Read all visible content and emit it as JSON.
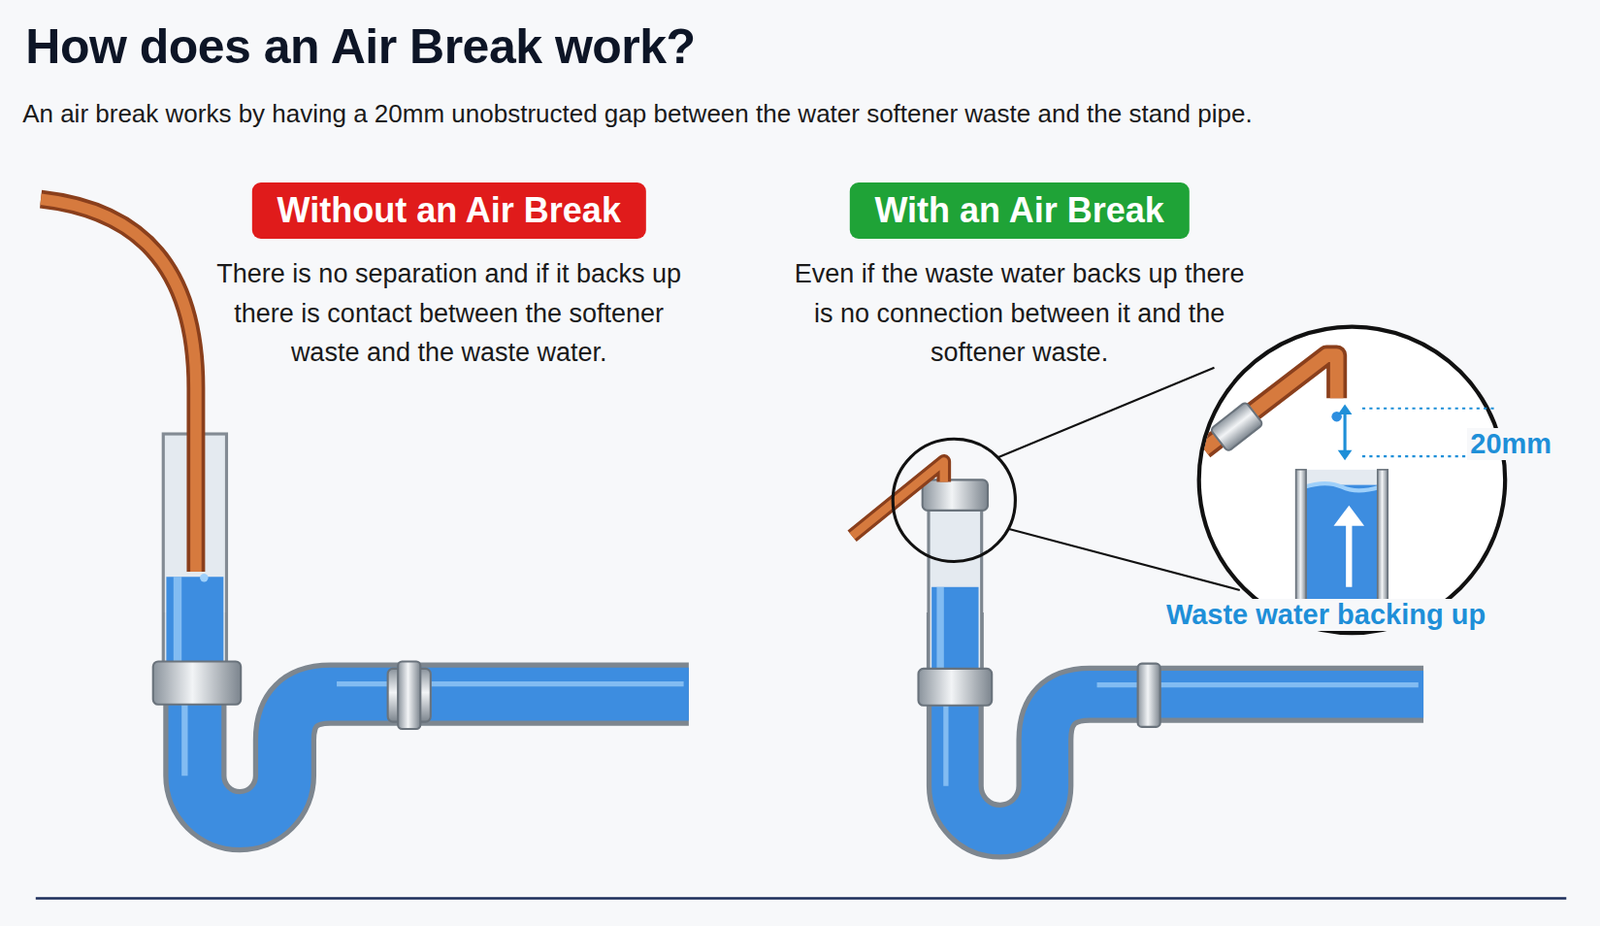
{
  "diagram": {
    "title": "How does an Air Break work?",
    "nodes": [
      {
        "text": [
          "Without an Air Break",
          "There is no separation and if it backs up there is contact between the softener waste and the waste water."
        ]
      },
      {
        "text": [
          "With an Air Break",
          "Even if the waste water backs up there is no connection between it and the softener waste."
        ]
      }
    ],
    "labels": [
      "An air break works by having a 20mm unobstructed gap between the water softener waste and the stand pipe.",
      "20mm",
      "Waste water backing up"
    ]
  }
}
